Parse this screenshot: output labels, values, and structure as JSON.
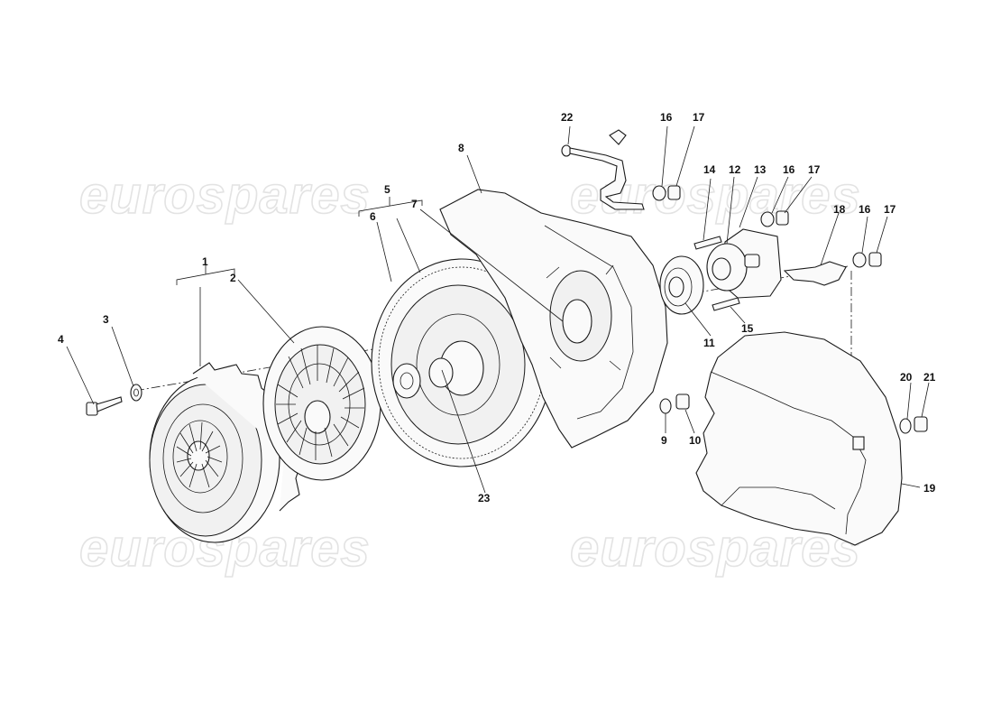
{
  "diagram": {
    "watermarks": [
      "eurospares",
      "eurospares",
      "eurospares",
      "eurospares"
    ],
    "callouts": [
      "1",
      "2",
      "3",
      "4",
      "5",
      "6",
      "7",
      "8",
      "9",
      "10",
      "11",
      "12",
      "13",
      "14",
      "15",
      "16",
      "16",
      "16",
      "17",
      "17",
      "17",
      "18",
      "19",
      "20",
      "21",
      "22",
      "23"
    ]
  },
  "colors": {
    "line": "#1a1a1a",
    "watermark": "#e3e3e3",
    "background": "#ffffff"
  }
}
